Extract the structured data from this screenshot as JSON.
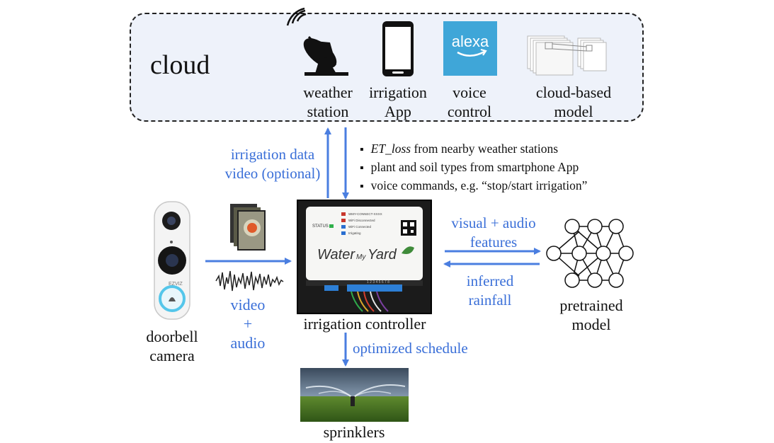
{
  "cloud": {
    "title": "cloud",
    "items": [
      {
        "line1": "weather",
        "line2": "station",
        "icon": "satellite-dish-icon"
      },
      {
        "line1": "irrigation",
        "line2": "App",
        "icon": "smartphone-icon"
      },
      {
        "line1": "voice",
        "line2": "control",
        "icon": "alexa-logo"
      },
      {
        "line1": "cloud-based",
        "line2": "model",
        "icon": "stacked-frames-icon"
      }
    ],
    "alexa_word": "alexa"
  },
  "uplink": {
    "line1": "irrigation data",
    "line2": "video (optional)"
  },
  "downlink_bullets": [
    {
      "emph": "ET_loss",
      "rest": " from nearby weather stations"
    },
    {
      "emph": "",
      "rest": "plant and soil types from smartphone App"
    },
    {
      "emph": "",
      "rest": "voice commands, e.g. “stop/start irrigation”"
    }
  ],
  "doorbell": {
    "line1": "doorbell",
    "line2": "camera",
    "brand": "EZVIZ"
  },
  "video_audio": {
    "line1": "video",
    "line2": "+",
    "line3": "audio"
  },
  "controller": {
    "label": "irrigation controller",
    "brand_left": "Water",
    "brand_mid": "My",
    "brand_right": "Yard",
    "status": "STATUS",
    "leds": [
      "WMY-CONNECT-XXXX",
      "WiFi Disconnected",
      "WiFi Connected",
      "Irrigating"
    ],
    "terminal_numbers": "1  2  3  4  5  6  7  8"
  },
  "features": {
    "line1": "visual + audio",
    "line2": "features"
  },
  "inferred": {
    "line1": "inferred",
    "line2": "rainfall"
  },
  "model": {
    "line1": "pretrained",
    "line2": "model"
  },
  "schedule": {
    "label": "optimized schedule"
  },
  "sprinklers": {
    "label": "sprinklers"
  },
  "colors": {
    "arrow": "#4a7ee0",
    "label_blue": "#3a6fd8",
    "cloud_fill": "#eef2fa"
  }
}
